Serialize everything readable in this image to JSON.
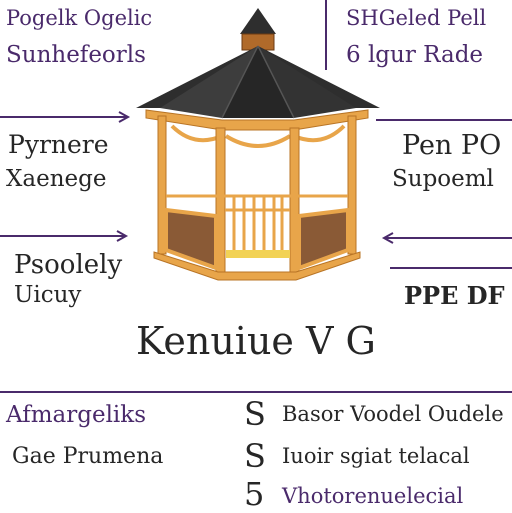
{
  "labels": {
    "top_left_1": "Pogelk Ogelic",
    "top_left_2": "Sunhefeorls",
    "top_right_1": "SHGeled Pell",
    "top_right_2": "6 lgur Rade",
    "mid_left_1": "Pyrnere",
    "mid_left_2": "Xaenege",
    "mid_right_1": "Pen PO",
    "mid_right_2": "Supoeml",
    "low_left_1": "Psoolely",
    "low_left_2": "Uicuy",
    "low_right": "PPE DF",
    "center_title": "Kenuiue V G",
    "bottom_left_1": "Afmargeliks",
    "bottom_left_2": "Gae Prumena",
    "bottom_right_1": "Basor Voodel Oudele",
    "bottom_right_2": "Iuoir sgiat telacal",
    "bottom_right_3": "Vhotorenuelecial"
  },
  "markers": {
    "s1": "S",
    "s2": "S",
    "s3": "5"
  },
  "colors": {
    "text_purple": "#4a2a6b",
    "text_dark": "#262626",
    "roof": "#2e2e2e",
    "wood": "#e8a54a",
    "wood_dark": "#b87425",
    "panel": "#8a5a36",
    "line": "#4a2a6b"
  }
}
